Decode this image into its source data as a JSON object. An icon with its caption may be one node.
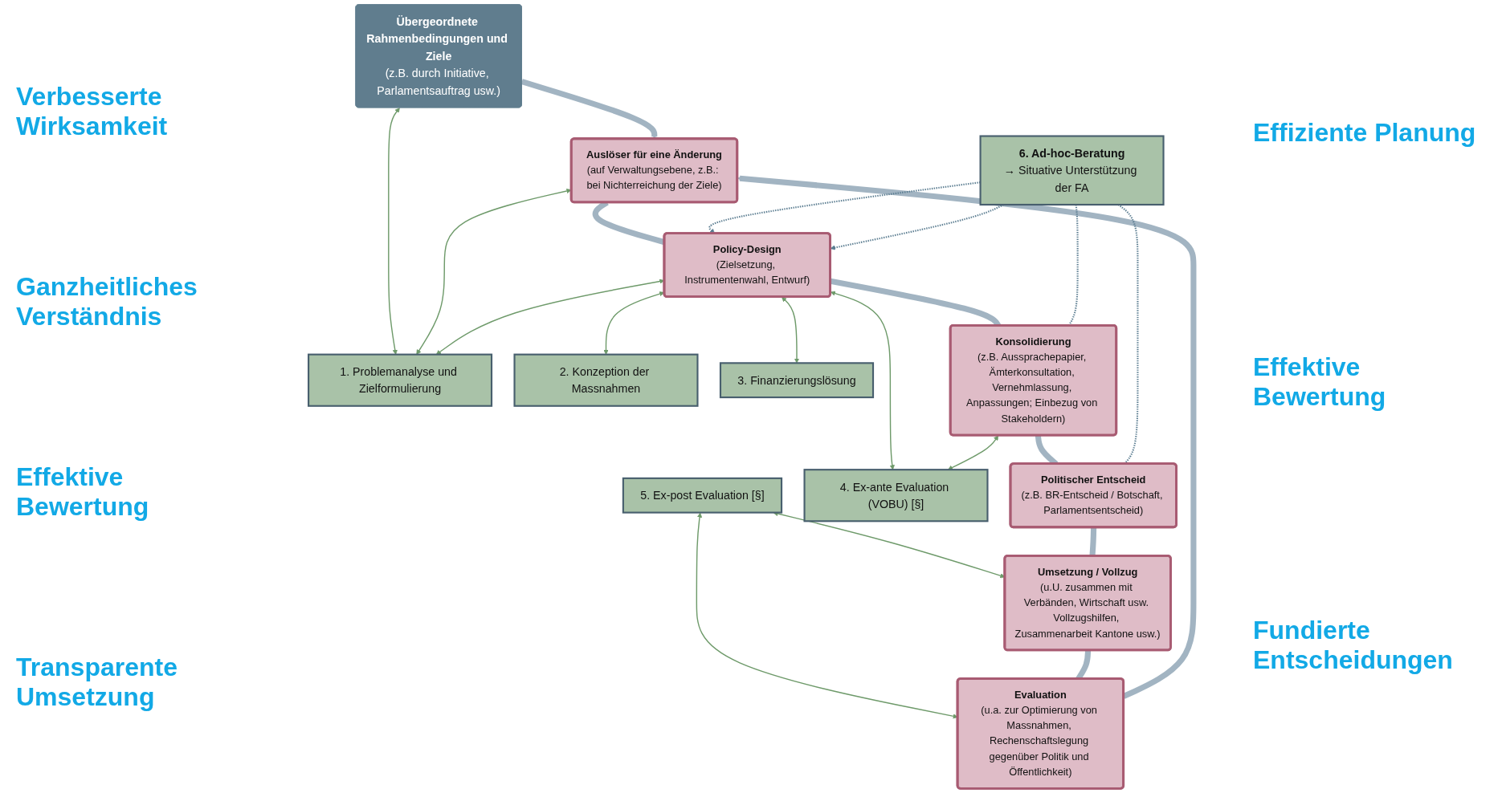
{
  "diagram": {
    "nodes": [
      {
        "text": [
          "Übergeordnete Rahmenbedingungen und Ziele",
          "(z.B. durch Initiative, Parlamentsauftrag usw.)"
        ]
      },
      {
        "text": [
          "1. Problemanalyse und Zielformulierung"
        ]
      },
      {
        "text": [
          "5. Ex-post Evaluation [§]"
        ]
      },
      {
        "text": [
          "Auslöser für eine Änderung",
          "(auf Verwaltungsebene, z.B.: bei Nichterreichung der Ziele)"
        ]
      },
      {
        "text": [
          "2. Konzeption der Massnahmen"
        ]
      },
      {
        "text": [
          "Policy-Design",
          "(Zielsetzung, Instrumentenwahl, Entwurf)"
        ]
      },
      {
        "text": [
          "3. Finanzierungslösung"
        ]
      },
      {
        "text": [
          "Evaluation",
          "(u.a. zur Optimierung von Massnahmen, Rechenschaftslegung gegenüber Politik und Öffentlichkeit)"
        ]
      },
      {
        "text": [
          "6. Ad-hoc-Beratung",
          "→ Situative Unterstützung der FA"
        ]
      },
      {
        "text": [
          "4. Ex-ante Evaluation (VOBU) [§]"
        ]
      },
      {
        "text": [
          "Umsetzung / Vollzug",
          "(u.U. zusammen mit Verbänden, Wirtschaft usw. Vollzugshilfen, Zusammenarbeit Kantone usw.)"
        ]
      },
      {
        "text": [
          "Konsolidierung",
          "(z.B. Aussprachepapier, Ämterkonsultation, Vernehmlassung, Anpassungen; Einbezug von Stakeholdern)"
        ]
      },
      {
        "text": [
          "Politischer Entscheid",
          "(z.B. BR-Entscheid / Botschaft, Parlamentsentscheid)"
        ]
      }
    ],
    "edges": [
      {
        "from": 0,
        "to": 3,
        "arrow": "to",
        "style": "thick",
        "color": "#a2b4c2"
      },
      {
        "from": 0,
        "to": 1,
        "arrow": "both"
      },
      {
        "from": 3,
        "to": 1,
        "arrow": "both"
      },
      {
        "from": 5,
        "to": 1,
        "arrow": "both"
      },
      {
        "from": 5,
        "to": 4,
        "arrow": "both"
      },
      {
        "from": 5,
        "to": 6,
        "arrow": "both"
      },
      {
        "from": 5,
        "to": 9,
        "arrow": "both"
      },
      {
        "from": 11,
        "to": 9,
        "arrow": "both"
      },
      {
        "from": 2,
        "to": 7,
        "arrow": "both"
      },
      {
        "from": 2,
        "to": 10,
        "arrow": "both"
      },
      {
        "from": 3,
        "to": 5,
        "arrow": "none",
        "style": "thick",
        "color": "#a2b4c2"
      },
      {
        "from": 5,
        "to": 11,
        "arrow": "none",
        "style": "thick",
        "color": "#a2b4c2"
      },
      {
        "from": 11,
        "to": 12,
        "arrow": "none",
        "style": "thick",
        "color": "#a2b4c2"
      },
      {
        "from": 12,
        "to": 10,
        "arrow": "none",
        "style": "thick",
        "color": "#a2b4c2"
      },
      {
        "from": 10,
        "to": 7,
        "arrow": "none",
        "style": "thick",
        "color": "#a2b4c2"
      },
      {
        "from": 7,
        "to": 3,
        "arrow": "to",
        "style": "thick",
        "color": "#a2b4c2"
      },
      {
        "from": 8,
        "to": 5,
        "arrow": "to",
        "style": "dashed",
        "color": "#5b7d91"
      },
      {
        "from": 8,
        "to": 5,
        "arrow": "to",
        "style": "dashed",
        "color": "#5b7d91"
      },
      {
        "from": 8,
        "to": 11,
        "arrow": "none",
        "style": "dashed",
        "color": "#5b7d91"
      },
      {
        "from": 8,
        "to": 12,
        "arrow": "none",
        "style": "dashed",
        "color": "#5b7d91"
      }
    ],
    "labels": [
      "Verbesserte Wirksamkeit",
      "Ganzheitliches Verständnis",
      "Effiziente Planung",
      "Effektive Bewertung",
      "Effektive Bewertung",
      "Transparente Umsetzung",
      "Fundierte Entscheidungen"
    ]
  }
}
